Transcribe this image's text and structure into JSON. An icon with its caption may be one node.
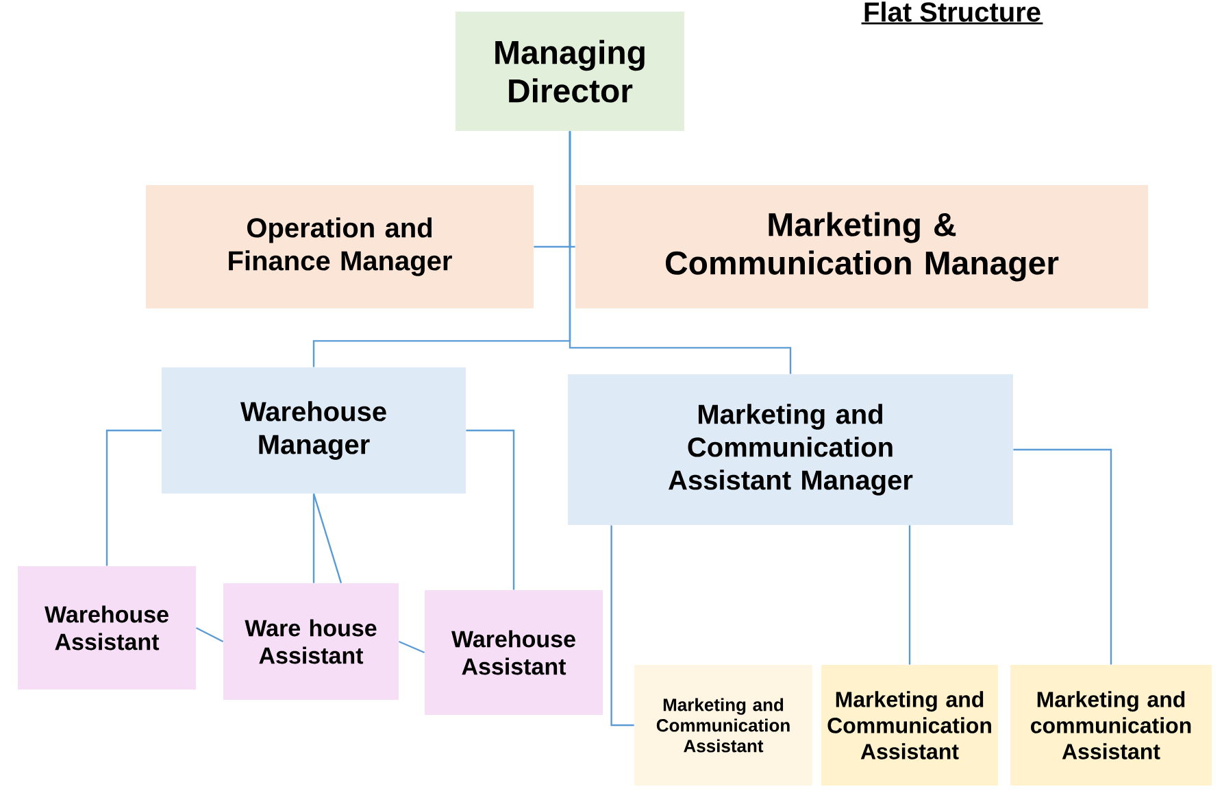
{
  "diagram": {
    "title": "Flat Structure",
    "nodes": [
      {
        "text": [
          "Managing Director"
        ]
      },
      {
        "text": [
          "Operation and Finance Manager"
        ]
      },
      {
        "text": [
          "Marketing & Communication Manager"
        ]
      },
      {
        "text": [
          "Warehouse Manager"
        ]
      },
      {
        "text": [
          "Marketing and Communication Assistant Manager"
        ]
      },
      {
        "text": [
          "Warehouse Assistant"
        ]
      },
      {
        "text": [
          "Ware house Assistant"
        ]
      },
      {
        "text": [
          "Warehouse Assistant"
        ]
      },
      {
        "text": [
          "Marketing and Communication Assistant"
        ]
      },
      {
        "text": [
          "Marketing and Communication Assistant"
        ]
      },
      {
        "text": [
          "Marketing and communication Assistant"
        ]
      }
    ],
    "edges": [
      {
        "from": 0,
        "to": 1,
        "arrow": "none"
      },
      {
        "from": 0,
        "to": 2,
        "arrow": "none"
      },
      {
        "from": 0,
        "to": 3,
        "arrow": "none"
      },
      {
        "from": 0,
        "to": 4,
        "arrow": "none"
      },
      {
        "from": 3,
        "to": 5,
        "arrow": "none"
      },
      {
        "from": 3,
        "to": 6,
        "arrow": "none"
      },
      {
        "from": 3,
        "to": 6,
        "arrow": "none"
      },
      {
        "from": 3,
        "to": 7,
        "arrow": "none"
      },
      {
        "from": 5,
        "to": 6,
        "arrow": "none"
      },
      {
        "from": 6,
        "to": 7,
        "arrow": "none"
      },
      {
        "from": 4,
        "to": 8,
        "arrow": "none"
      },
      {
        "from": 4,
        "to": 9,
        "arrow": "none"
      },
      {
        "from": 4,
        "to": 10,
        "arrow": "none"
      }
    ]
  }
}
